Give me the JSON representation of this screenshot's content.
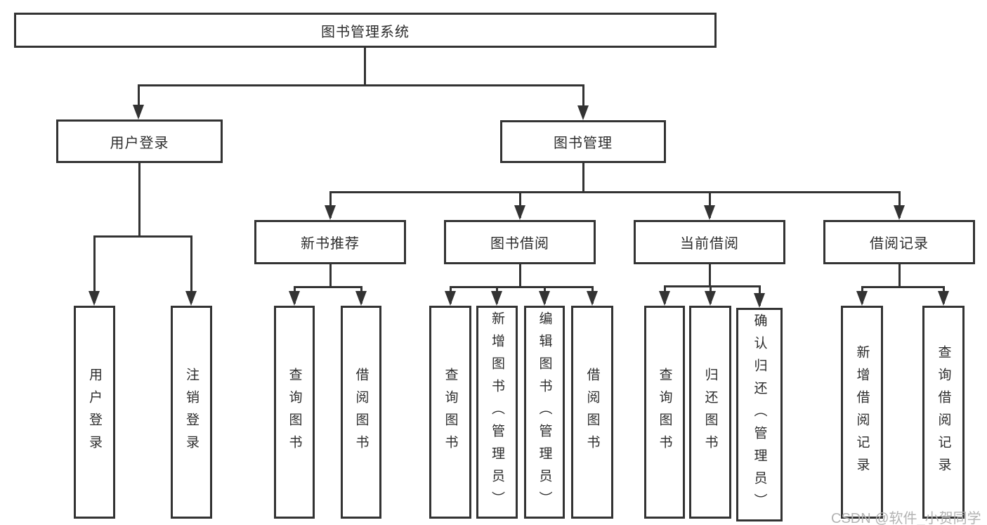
{
  "diagram_title": "图书管理系统",
  "tree": {
    "label": "图书管理系统",
    "children": [
      {
        "label": "用户登录",
        "children": [
          {
            "label": "用户登录"
          },
          {
            "label": "注销登录"
          }
        ]
      },
      {
        "label": "图书管理",
        "children": [
          {
            "label": "新书推荐",
            "children": [
              {
                "label": "查询图书"
              },
              {
                "label": "借阅图书"
              }
            ]
          },
          {
            "label": "图书借阅",
            "children": [
              {
                "label": "查询图书"
              },
              {
                "label": "新增图书（管理员）"
              },
              {
                "label": "编辑图书（管理员）"
              },
              {
                "label": "借阅图书"
              }
            ]
          },
          {
            "label": "当前借阅",
            "children": [
              {
                "label": "查询图书"
              },
              {
                "label": "归还图书"
              },
              {
                "label": "确认归还（管理员）"
              }
            ]
          },
          {
            "label": "借阅记录",
            "children": [
              {
                "label": "新增借阅记录"
              },
              {
                "label": "查询借阅记录"
              }
            ]
          }
        ]
      }
    ]
  },
  "watermark": "CSDN @软件_小贺同学",
  "colors": {
    "line": "#333333",
    "text": "#2d2d2d",
    "watermark": "#b3b3b3",
    "background": "#ffffff"
  }
}
